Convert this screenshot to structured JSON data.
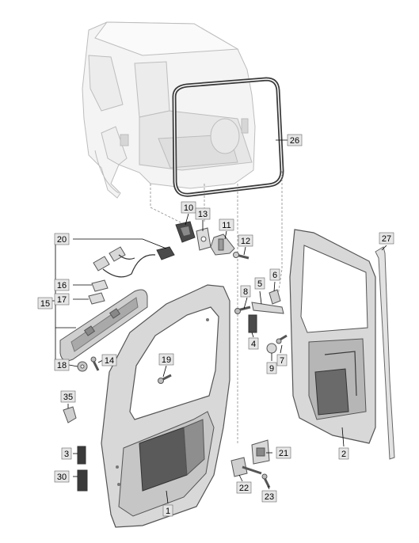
{
  "colors": {
    "callout_fill": "#e6e6e6",
    "callout_stroke": "#666666",
    "part_fill": "#d9d9d9",
    "part_dark": "#6e6e6e",
    "vehicle_line": "#bdbdbd",
    "seal": "#3a3a3a"
  },
  "callouts": [
    {
      "id": "c1",
      "text": "1"
    },
    {
      "id": "c2",
      "text": "2"
    },
    {
      "id": "c3",
      "text": "3"
    },
    {
      "id": "c4",
      "text": "4"
    },
    {
      "id": "c5",
      "text": "5"
    },
    {
      "id": "c6",
      "text": "6"
    },
    {
      "id": "c7",
      "text": "7"
    },
    {
      "id": "c8",
      "text": "8"
    },
    {
      "id": "c9",
      "text": "9"
    },
    {
      "id": "c10",
      "text": "10"
    },
    {
      "id": "c11",
      "text": "11"
    },
    {
      "id": "c12",
      "text": "12"
    },
    {
      "id": "c13",
      "text": "13"
    },
    {
      "id": "c14",
      "text": "14"
    },
    {
      "id": "c15",
      "text": "15"
    },
    {
      "id": "c16",
      "text": "16"
    },
    {
      "id": "c17",
      "text": "17"
    },
    {
      "id": "c18",
      "text": "18"
    },
    {
      "id": "c19",
      "text": "19"
    },
    {
      "id": "c20",
      "text": "20"
    },
    {
      "id": "c21",
      "text": "21"
    },
    {
      "id": "c22",
      "text": "22"
    },
    {
      "id": "c23",
      "text": "23"
    },
    {
      "id": "c26",
      "text": "26"
    },
    {
      "id": "c27",
      "text": "27"
    },
    {
      "id": "c30",
      "text": "30"
    },
    {
      "id": "c35",
      "text": "35"
    }
  ]
}
